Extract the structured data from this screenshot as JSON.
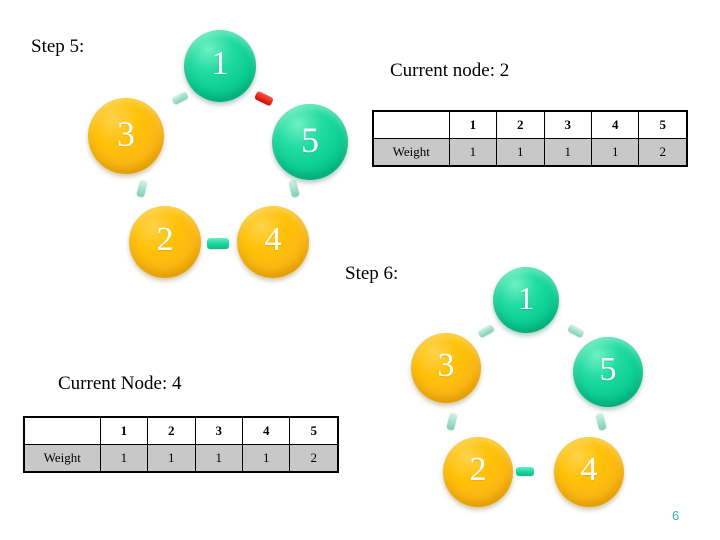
{
  "slide": {
    "page_number": "6",
    "background_color": "#ffffff"
  },
  "colors": {
    "node_orange": "#fdb813",
    "node_teal": "#0ccf94",
    "edge_pale": "#a8e3cd",
    "edge_bright": "#17d69c",
    "edge_red": "#e8281a",
    "table_header_bg": "#ffffff",
    "table_body_bg": "#c8c8c8",
    "page_number_color": "#2bbfa0"
  },
  "step5": {
    "title": "Step 5:",
    "current_node_label": "Current node: 2",
    "graph": {
      "nodes": [
        {
          "id": "1",
          "label": "1",
          "color": "teal"
        },
        {
          "id": "3",
          "label": "3",
          "color": "orange"
        },
        {
          "id": "5",
          "label": "5",
          "color": "teal"
        },
        {
          "id": "2",
          "label": "2",
          "color": "orange"
        },
        {
          "id": "4",
          "label": "4",
          "color": "orange"
        }
      ],
      "edges": [
        {
          "from": "3",
          "to": "1",
          "color": "pale"
        },
        {
          "from": "1",
          "to": "5",
          "color": "red"
        },
        {
          "from": "3",
          "to": "2",
          "color": "pale"
        },
        {
          "from": "5",
          "to": "4",
          "color": "pale"
        },
        {
          "from": "2",
          "to": "4",
          "color": "bright"
        }
      ]
    },
    "table": {
      "corner_label": "",
      "columns": [
        "1",
        "2",
        "3",
        "4",
        "5"
      ],
      "rows": [
        {
          "header": "Weight",
          "values": [
            "1",
            "1",
            "1",
            "1",
            "2"
          ]
        }
      ]
    }
  },
  "step6": {
    "title": "Step 6:",
    "current_node_label": "Current Node: 4",
    "graph": {
      "nodes": [
        {
          "id": "1",
          "label": "1",
          "color": "teal"
        },
        {
          "id": "3",
          "label": "3",
          "color": "orange"
        },
        {
          "id": "5",
          "label": "5",
          "color": "teal"
        },
        {
          "id": "2",
          "label": "2",
          "color": "orange"
        },
        {
          "id": "4",
          "label": "4",
          "color": "orange"
        }
      ],
      "edges": [
        {
          "from": "3",
          "to": "1",
          "color": "pale"
        },
        {
          "from": "1",
          "to": "5",
          "color": "pale"
        },
        {
          "from": "3",
          "to": "2",
          "color": "pale"
        },
        {
          "from": "5",
          "to": "4",
          "color": "pale"
        },
        {
          "from": "2",
          "to": "4",
          "color": "bright"
        }
      ]
    },
    "table": {
      "corner_label": "",
      "columns": [
        "1",
        "2",
        "3",
        "4",
        "5"
      ],
      "rows": [
        {
          "header": "Weight",
          "values": [
            "1",
            "1",
            "1",
            "1",
            "2"
          ]
        }
      ]
    }
  }
}
